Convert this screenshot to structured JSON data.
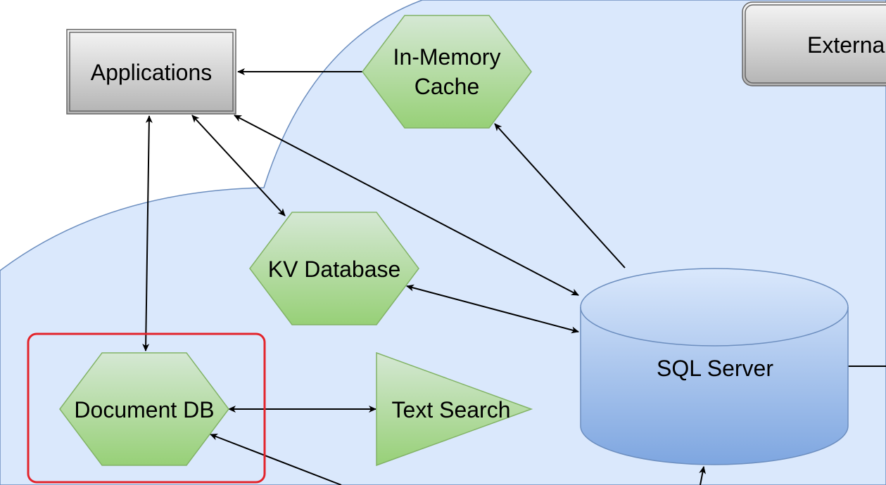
{
  "nodes": {
    "applications": "Applications",
    "cache_line1": "In-Memory",
    "cache_line2": "Cache",
    "kv": "KV Database",
    "docdb": "Document DB",
    "text_search": "Text Search",
    "sql": "SQL Server",
    "external": "Externa"
  },
  "colors": {
    "region_fill": "#dae8fc",
    "region_stroke": "#6c8ebf",
    "green_top": "#d5e8d4",
    "green_bottom": "#97d077",
    "green_stroke": "#82b366",
    "highlight": "#e3242b"
  }
}
